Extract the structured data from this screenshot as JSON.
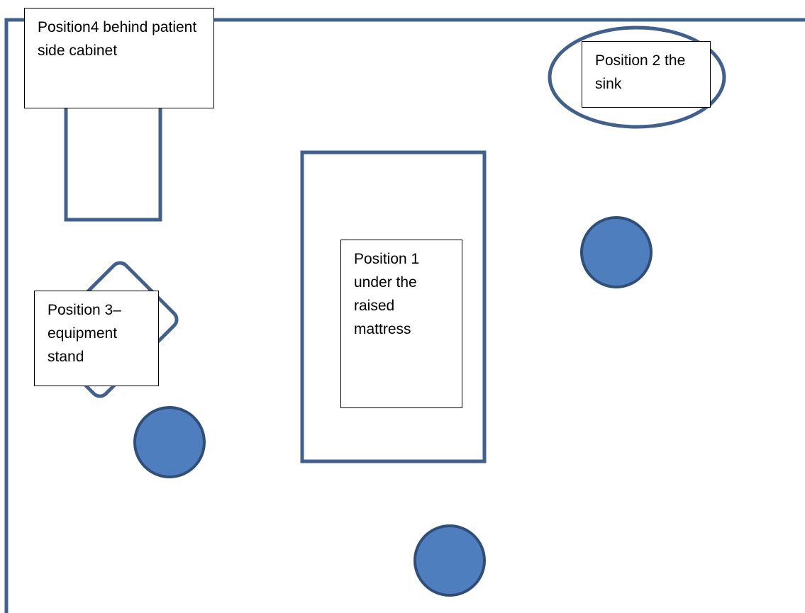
{
  "colors": {
    "outline": "#41618C",
    "marker_fill": "#4F7EBF",
    "marker_stroke": "#2F4F78",
    "label_border": "#000000",
    "background": "#FFFFFF"
  },
  "labels": {
    "position4": "Position4 behind patient side cabinet",
    "position2": "Position 2 the sink",
    "position3": "Position 3– equipment stand",
    "position1": "Position 1 under the raised mattress"
  }
}
